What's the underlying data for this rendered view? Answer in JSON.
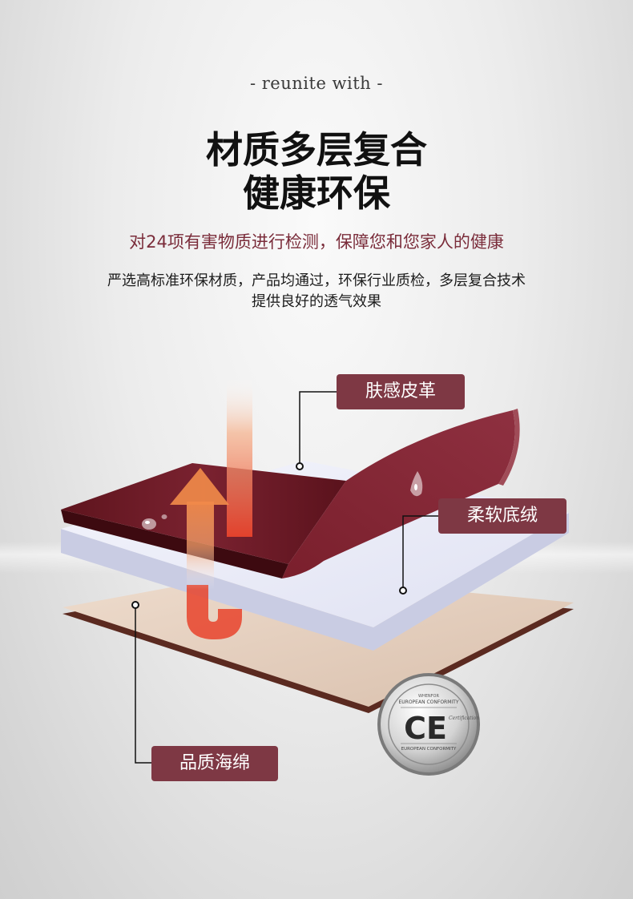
{
  "header": {
    "subtitle_en": "- reunite with -",
    "title_line1": "材质多层复合",
    "title_line2": "健康环保",
    "highlight": "对24项有害物质进行检测，保障您和您家人的健康",
    "desc_line1": "严选高标准环保材质，产品均通过，环保行业质检，多层复合技术",
    "desc_line2": "提供良好的透气效果"
  },
  "layers": {
    "leather_label": "肤感皮革",
    "velvet_label": "柔软底绒",
    "sponge_label": "品质海绵"
  },
  "certification": {
    "mark": "CE",
    "top_text_1": "WHENFOR",
    "top_text_2": "EUROPEAN CONFORMITY",
    "bottom_text": "EUROPEAN CONFORMITY",
    "side_text": "Certification"
  },
  "colors": {
    "leather": "#6e1a24",
    "velvet": "#e9ebf7",
    "sponge": "#e6d2c2",
    "tag_bg": "#7e3844",
    "highlight_text": "#7a2c3a",
    "arrow_orange": "#f08a4a",
    "arrow_red": "#e8432c"
  },
  "icons": [
    "heat-arrow-icon",
    "airflow-arrow-icon",
    "water-drop-icon",
    "ce-badge-icon"
  ]
}
